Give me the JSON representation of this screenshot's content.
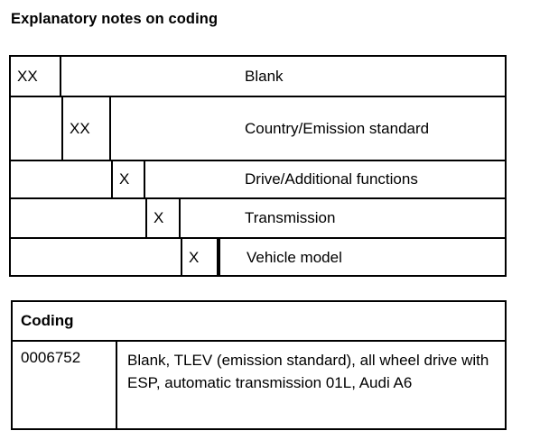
{
  "page_title": "Explanatory notes on coding",
  "structure_table": {
    "rows": [
      {
        "code": "XX",
        "label": "Blank"
      },
      {
        "code": "XX",
        "label": "Country/Emission standard"
      },
      {
        "code": "X",
        "label": "Drive/Additional functions"
      },
      {
        "code": "X",
        "label": "Transmission"
      },
      {
        "code": "X",
        "label": "Vehicle model"
      }
    ]
  },
  "coding_table": {
    "header": "Coding",
    "code": "0006752",
    "description": "Blank, TLEV (emission standard), all wheel drive with ESP, automatic transmission 01L, Audi A6"
  },
  "colors": {
    "background": "#ffffff",
    "foreground": "#000000",
    "border": "#000000"
  }
}
